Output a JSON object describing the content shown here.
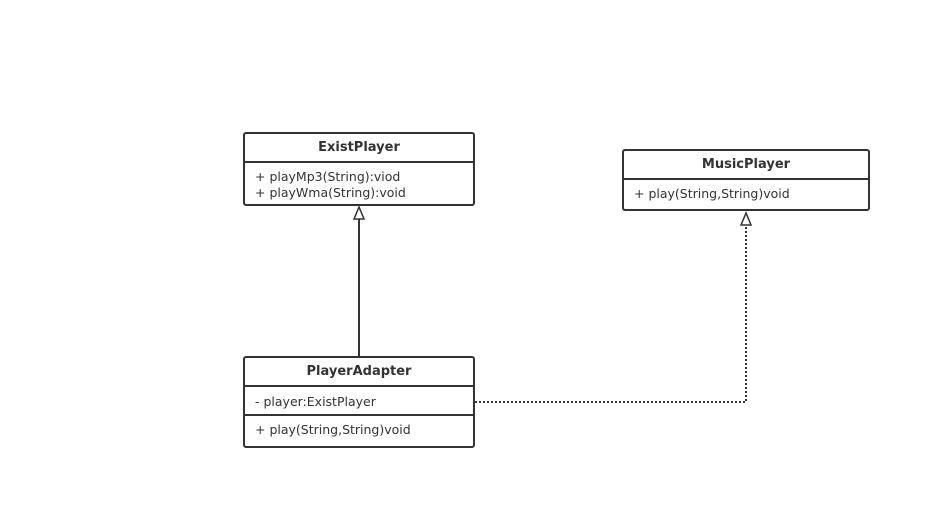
{
  "diagram": {
    "classes": {
      "exist_player": {
        "name": "ExistPlayer",
        "attributes": [],
        "operations": [
          "+ playMp3(String):viod",
          "+ playWma(String):void"
        ]
      },
      "music_player": {
        "name": "MusicPlayer",
        "attributes": [],
        "operations": [
          "+ play(String,String)void"
        ]
      },
      "player_adapter": {
        "name": "PlayerAdapter",
        "attributes": [
          "- player:ExistPlayer"
        ],
        "operations": [
          "+ play(String,String)void"
        ]
      }
    },
    "relations": [
      {
        "from": "PlayerAdapter",
        "to": "ExistPlayer",
        "kind": "generalization"
      },
      {
        "from": "PlayerAdapter",
        "to": "MusicPlayer",
        "kind": "realization"
      }
    ],
    "colors": {
      "line": "#333333",
      "background": "#ffffff"
    }
  }
}
